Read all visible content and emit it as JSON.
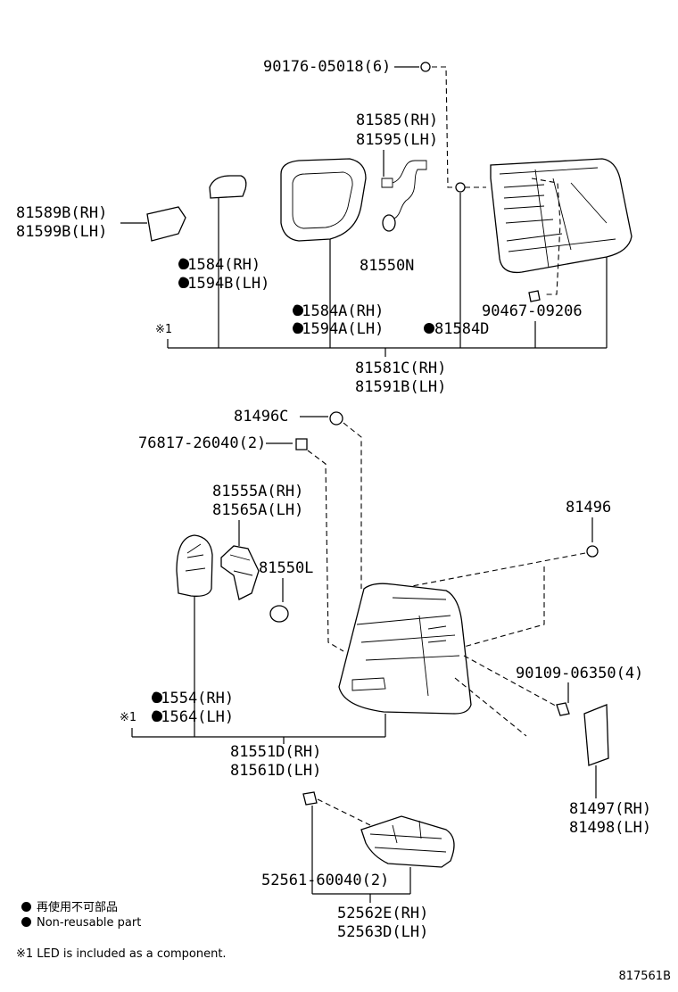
{
  "labels": {
    "p90176": "90176-05018(6)",
    "p81585": "81585(RH)",
    "p81595": "81595(LH)",
    "p81589": "81589B(RH)",
    "p81599": "81599B(LH)",
    "p81550n": "81550N",
    "p81584": "81584(RH)",
    "p81594b": "81594B(LH)",
    "p81584a": "81584A(RH)",
    "p81594a": "81594A(LH)",
    "p81584d": "81584D",
    "p90467": "90467-09206",
    "note1a": "※1",
    "p81581c": "81581C(RH)",
    "p81591b": "81591B(LH)",
    "p81496c": "81496C",
    "p76817": "76817-26040(2)",
    "p81555a": "81555A(RH)",
    "p81565a": "81565A(LH)",
    "p81496": "81496",
    "p81550l": "81550L",
    "p90109": "90109-06350(4)",
    "p81554": "81554(RH)",
    "p81564": "81564(LH)",
    "note1b": "※1",
    "p81551d": "81551D(RH)",
    "p81561d": "81561D(LH)",
    "p81497": "81497(RH)",
    "p81498": "81498(LH)",
    "p52561": "52561-60040(2)",
    "p52562e": "52562E(RH)",
    "p52563d": "52563D(LH)"
  },
  "legend": {
    "jp": "再使用不可部品",
    "en": "Non-reusable part",
    "note": "※1 LED is included as a component."
  },
  "figure_number": "817561B"
}
